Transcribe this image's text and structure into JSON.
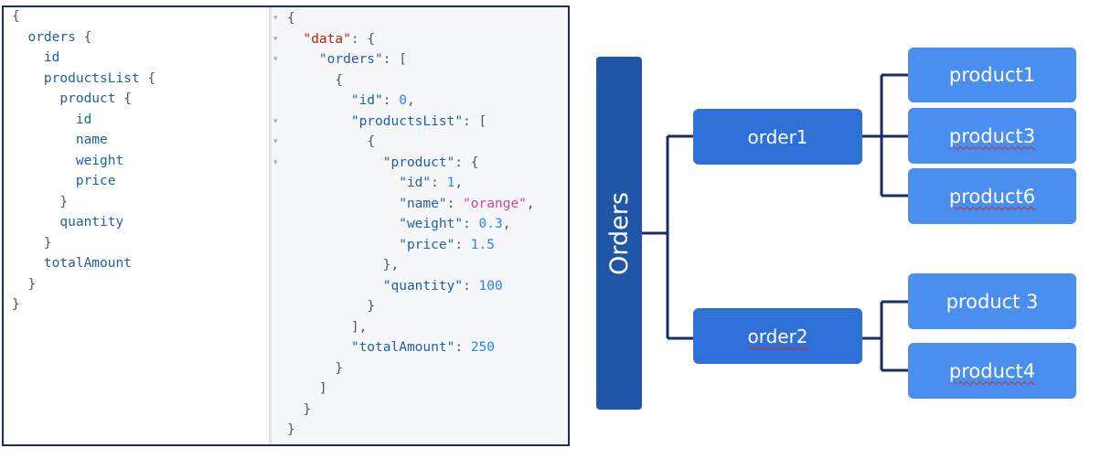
{
  "query_pane": {
    "lines": [
      [
        {
          "t": "{",
          "c": "brace"
        }
      ],
      [
        {
          "t": "  "
        },
        {
          "t": "orders",
          "c": "field"
        },
        {
          "t": " {",
          "c": "brace"
        }
      ],
      [
        {
          "t": "    "
        },
        {
          "t": "id",
          "c": "field"
        }
      ],
      [
        {
          "t": "    "
        },
        {
          "t": "productsList",
          "c": "field"
        },
        {
          "t": " {",
          "c": "brace"
        }
      ],
      [
        {
          "t": "      "
        },
        {
          "t": "product",
          "c": "field"
        },
        {
          "t": " {",
          "c": "brace"
        }
      ],
      [
        {
          "t": "        "
        },
        {
          "t": "id",
          "c": "field"
        }
      ],
      [
        {
          "t": "        "
        },
        {
          "t": "name",
          "c": "field"
        }
      ],
      [
        {
          "t": "        "
        },
        {
          "t": "weight",
          "c": "field"
        }
      ],
      [
        {
          "t": "        "
        },
        {
          "t": "price",
          "c": "field"
        }
      ],
      [
        {
          "t": "      "
        },
        {
          "t": "}",
          "c": "brace"
        }
      ],
      [
        {
          "t": "      "
        },
        {
          "t": "quantity",
          "c": "field"
        }
      ],
      [
        {
          "t": "    "
        },
        {
          "t": "}",
          "c": "brace"
        }
      ],
      [
        {
          "t": "    "
        },
        {
          "t": "totalAmount",
          "c": "field"
        }
      ],
      [
        {
          "t": "  "
        },
        {
          "t": "}",
          "c": "brace"
        }
      ],
      [
        {
          "t": "}",
          "c": "brace"
        }
      ]
    ]
  },
  "result_pane": {
    "fold_markers": [
      "▾",
      "▾",
      "▾",
      "",
      "",
      "▾",
      "▾",
      "▾"
    ],
    "lines": [
      [
        {
          "t": "{",
          "c": "brace"
        }
      ],
      [
        {
          "t": "  "
        },
        {
          "t": "\"data\"",
          "c": "str-red"
        },
        {
          "t": ": {",
          "c": "brace"
        }
      ],
      [
        {
          "t": "    "
        },
        {
          "t": "\"orders\"",
          "c": "key"
        },
        {
          "t": ": [",
          "c": "brace"
        }
      ],
      [
        {
          "t": "      "
        },
        {
          "t": "{",
          "c": "brace"
        }
      ],
      [
        {
          "t": "        "
        },
        {
          "t": "\"id\"",
          "c": "key"
        },
        {
          "t": ": ",
          "c": "brace"
        },
        {
          "t": "0",
          "c": "num"
        },
        {
          "t": ",",
          "c": "brace"
        }
      ],
      [
        {
          "t": "        "
        },
        {
          "t": "\"productsList\"",
          "c": "key"
        },
        {
          "t": ": [",
          "c": "brace"
        }
      ],
      [
        {
          "t": "          "
        },
        {
          "t": "{",
          "c": "brace"
        }
      ],
      [
        {
          "t": "            "
        },
        {
          "t": "\"product\"",
          "c": "key"
        },
        {
          "t": ": {",
          "c": "brace"
        }
      ],
      [
        {
          "t": "              "
        },
        {
          "t": "\"id\"",
          "c": "key"
        },
        {
          "t": ": ",
          "c": "brace"
        },
        {
          "t": "1",
          "c": "num"
        },
        {
          "t": ",",
          "c": "brace"
        }
      ],
      [
        {
          "t": "              "
        },
        {
          "t": "\"name\"",
          "c": "key"
        },
        {
          "t": ": ",
          "c": "brace"
        },
        {
          "t": "\"orange\"",
          "c": "str-pink"
        },
        {
          "t": ",",
          "c": "brace"
        }
      ],
      [
        {
          "t": "              "
        },
        {
          "t": "\"weight\"",
          "c": "key"
        },
        {
          "t": ": ",
          "c": "brace"
        },
        {
          "t": "0.3",
          "c": "num"
        },
        {
          "t": ",",
          "c": "brace"
        }
      ],
      [
        {
          "t": "              "
        },
        {
          "t": "\"price\"",
          "c": "key"
        },
        {
          "t": ": ",
          "c": "brace"
        },
        {
          "t": "1.5",
          "c": "num"
        }
      ],
      [
        {
          "t": "            "
        },
        {
          "t": "},",
          "c": "brace"
        }
      ],
      [
        {
          "t": "            "
        },
        {
          "t": "\"quantity\"",
          "c": "key"
        },
        {
          "t": ": ",
          "c": "brace"
        },
        {
          "t": "100",
          "c": "num"
        }
      ],
      [
        {
          "t": "          "
        },
        {
          "t": "}",
          "c": "brace"
        }
      ],
      [
        {
          "t": "        "
        },
        {
          "t": "],",
          "c": "brace"
        }
      ],
      [
        {
          "t": "        "
        },
        {
          "t": "\"totalAmount\"",
          "c": "key"
        },
        {
          "t": ": ",
          "c": "brace"
        },
        {
          "t": "250",
          "c": "num"
        }
      ],
      [
        {
          "t": "      "
        },
        {
          "t": "}",
          "c": "brace"
        }
      ],
      [
        {
          "t": "    "
        },
        {
          "t": "]",
          "c": "brace"
        }
      ],
      [
        {
          "t": "  "
        },
        {
          "t": "}",
          "c": "brace"
        }
      ],
      [
        {
          "t": "}",
          "c": "brace"
        }
      ]
    ]
  },
  "diagram": {
    "root": {
      "label": "Orders"
    },
    "orders": [
      {
        "label": "order1",
        "products": [
          "product1",
          "product3",
          "product6"
        ]
      },
      {
        "label": "order2",
        "products": [
          "product 3",
          "product4"
        ]
      }
    ],
    "spellcheck_flagged": [
      "product3",
      "product6",
      "order2",
      "product4"
    ]
  },
  "colors": {
    "panel_border": "#1b2b63",
    "root_fill": "#2156a6",
    "order_fill": "#2e6fd8",
    "product_fill": "#4a8ff0",
    "connector": "#1b2b63",
    "json_string_red": "#c41a16",
    "json_string_pink": "#d64292",
    "json_number": "#2882f9",
    "json_key": "#1f61a0"
  }
}
